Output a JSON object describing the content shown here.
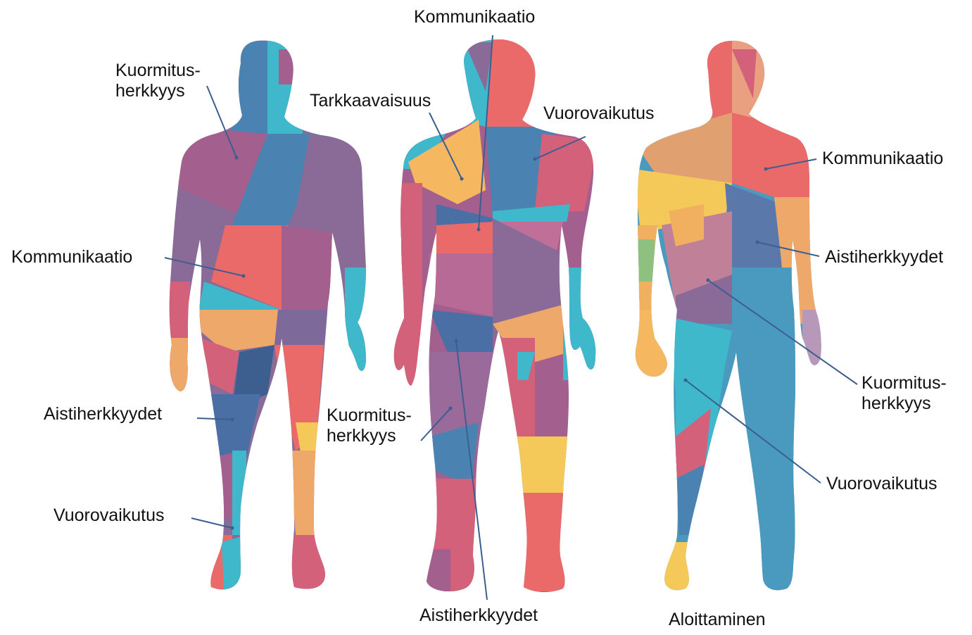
{
  "colors": {
    "teal": "#3fb8cc",
    "blue": "#4a83b2",
    "purple": "#8a6a96",
    "mauve": "#a35f8e",
    "pink": "#d4617a",
    "coral": "#ea6a6a",
    "orange": "#eea86a",
    "yellow": "#f5c85a",
    "leader": "#3d5f8f"
  },
  "figures": [
    {
      "name": "front",
      "labels": [
        {
          "id": "f1",
          "text": "Kuormitus-",
          "text2": "herkkyys"
        },
        {
          "id": "f2",
          "text": "Kommunikaatio"
        },
        {
          "id": "f3",
          "text": "Aistiherkkyydet"
        },
        {
          "id": "f4",
          "text": "Vuorovaikutus"
        }
      ]
    },
    {
      "name": "back",
      "labels": [
        {
          "id": "b1",
          "text": "Kommunikaatio"
        },
        {
          "id": "b2",
          "text": "Tarkkaavaisuus"
        },
        {
          "id": "b3",
          "text": "Vuorovaikutus"
        },
        {
          "id": "b4",
          "text": "Kuormitus-",
          "text2": "herkkyys"
        },
        {
          "id": "b5",
          "text": "Aistiherkkyydet"
        }
      ]
    },
    {
      "name": "side",
      "labels": [
        {
          "id": "s1",
          "text": "Kommunikaatio"
        },
        {
          "id": "s2",
          "text": "Aistiherkkyydet"
        },
        {
          "id": "s3",
          "text": "Kuormitus-",
          "text2": "herkkyys"
        },
        {
          "id": "s4",
          "text": "Vuorovaikutus"
        },
        {
          "id": "s5",
          "text": "Aloittaminen"
        }
      ]
    }
  ]
}
